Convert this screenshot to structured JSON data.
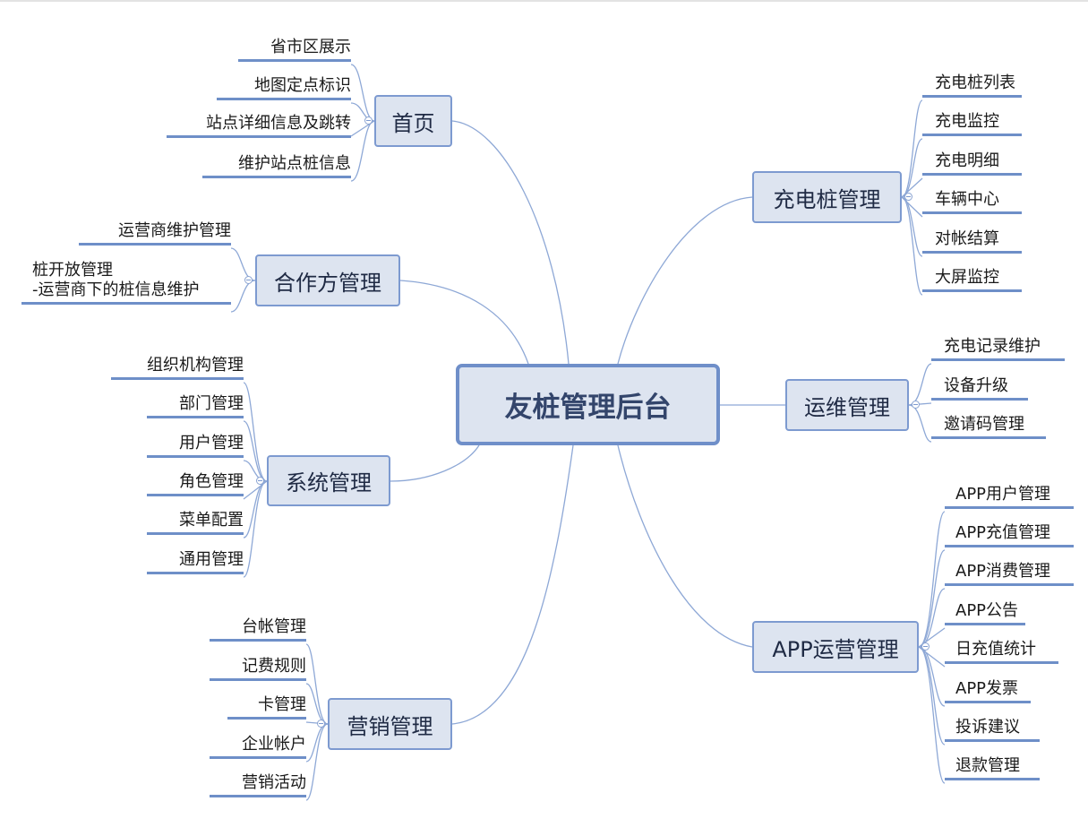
{
  "central": "友桩管理后台",
  "branches": {
    "home": {
      "label": "首页",
      "children": [
        "省市区展示",
        "地图定点标识",
        "站点详细信息及跳转",
        "维护站点桩信息"
      ]
    },
    "partner": {
      "label": "合作方管理",
      "children": [
        "运营商维护管理"
      ],
      "child2": [
        "桩开放管理",
        "-运营商下的桩信息维护"
      ]
    },
    "system": {
      "label": "系统管理",
      "children": [
        "组织机构管理",
        "部门管理",
        "用户管理",
        "角色管理",
        "菜单配置",
        "通用管理"
      ]
    },
    "marketing": {
      "label": "营销管理",
      "children": [
        "台帐管理",
        "记费规则",
        "卡管理",
        "企业帐户",
        "营销活动"
      ]
    },
    "charger": {
      "label": "充电桩管理",
      "children": [
        "充电桩列表",
        "充电监控",
        "充电明细",
        "车辆中心",
        "对帐结算",
        "大屏监控"
      ]
    },
    "ops": {
      "label": "运维管理",
      "children": [
        "充电记录维护",
        "设备升级",
        "邀请码管理"
      ]
    },
    "app": {
      "label": "APP运营管理",
      "children": [
        "APP用户管理",
        "APP充值管理",
        "APP消费管理",
        "APP公告",
        "日充值统计",
        "APP发票",
        "投诉建议",
        "退款管理"
      ]
    }
  }
}
